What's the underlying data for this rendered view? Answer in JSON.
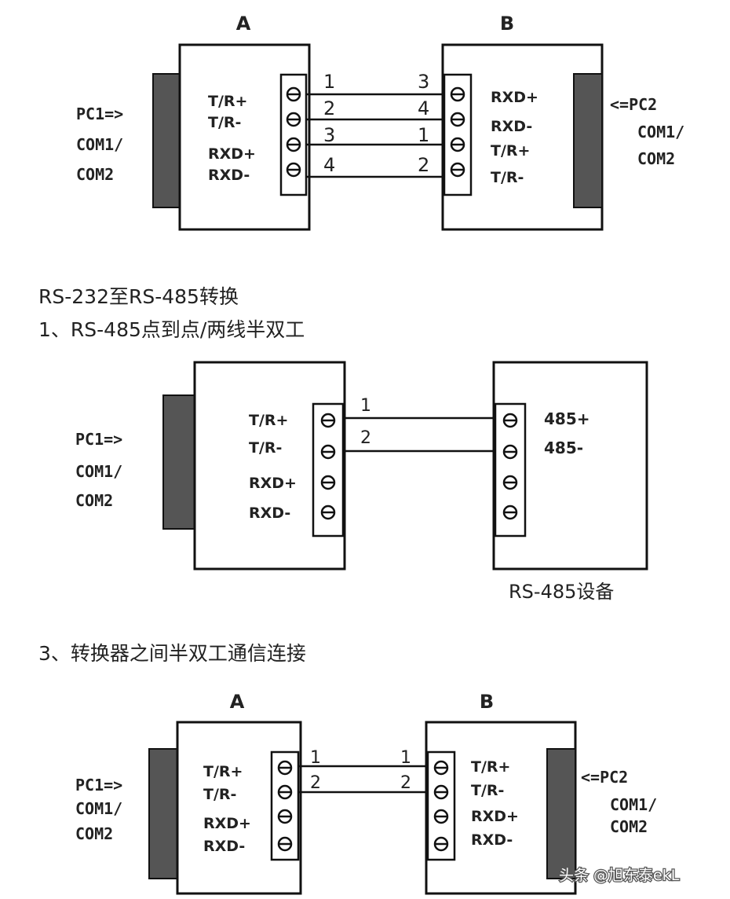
{
  "diagram1": {
    "unit_a_title": "A",
    "unit_b_title": "B",
    "unit_a_terminals": [
      "T/R+",
      "T/R-",
      "RXD+",
      "RXD-"
    ],
    "unit_b_terminals": [
      "RXD+",
      "RXD-",
      "T/R+",
      "T/R-"
    ],
    "pc_left": [
      "PC1=>",
      "COM1/",
      "COM2"
    ],
    "pc_right": [
      "<=PC2",
      "COM1/",
      "COM2"
    ],
    "wires": [
      {
        "left": "1",
        "right": "3"
      },
      {
        "left": "2",
        "right": "4"
      },
      {
        "left": "3",
        "right": "1"
      },
      {
        "left": "4",
        "right": "2"
      }
    ]
  },
  "section_title": "RS-232至RS-485转换",
  "section1_heading": "1、RS-485点到点/两线半双工",
  "diagram2": {
    "unit_terminals": [
      "T/R+",
      "T/R-",
      "RXD+",
      "RXD-"
    ],
    "device_terminals": [
      "485+",
      "485-"
    ],
    "pc_left": [
      "PC1=>",
      "COM1/",
      "COM2"
    ],
    "device_label": "RS-485设备",
    "wires": [
      {
        "left": "1"
      },
      {
        "left": "2"
      }
    ]
  },
  "section3_heading": "3、转换器之间半双工通信连接",
  "diagram3": {
    "unit_a_title": "A",
    "unit_b_title": "B",
    "unit_a_terminals": [
      "T/R+",
      "T/R-",
      "RXD+",
      "RXD-"
    ],
    "unit_b_terminals": [
      "T/R+",
      "T/R-",
      "RXD+",
      "RXD-"
    ],
    "pc_left": [
      "PC1=>",
      "COM1/",
      "COM2"
    ],
    "pc_right": [
      "<=PC2",
      "COM1/",
      "COM2"
    ],
    "wires": [
      {
        "left": "1",
        "right": "1"
      },
      {
        "left": "2",
        "right": "2"
      }
    ]
  },
  "watermark": "头条 @旭东泰ekL"
}
